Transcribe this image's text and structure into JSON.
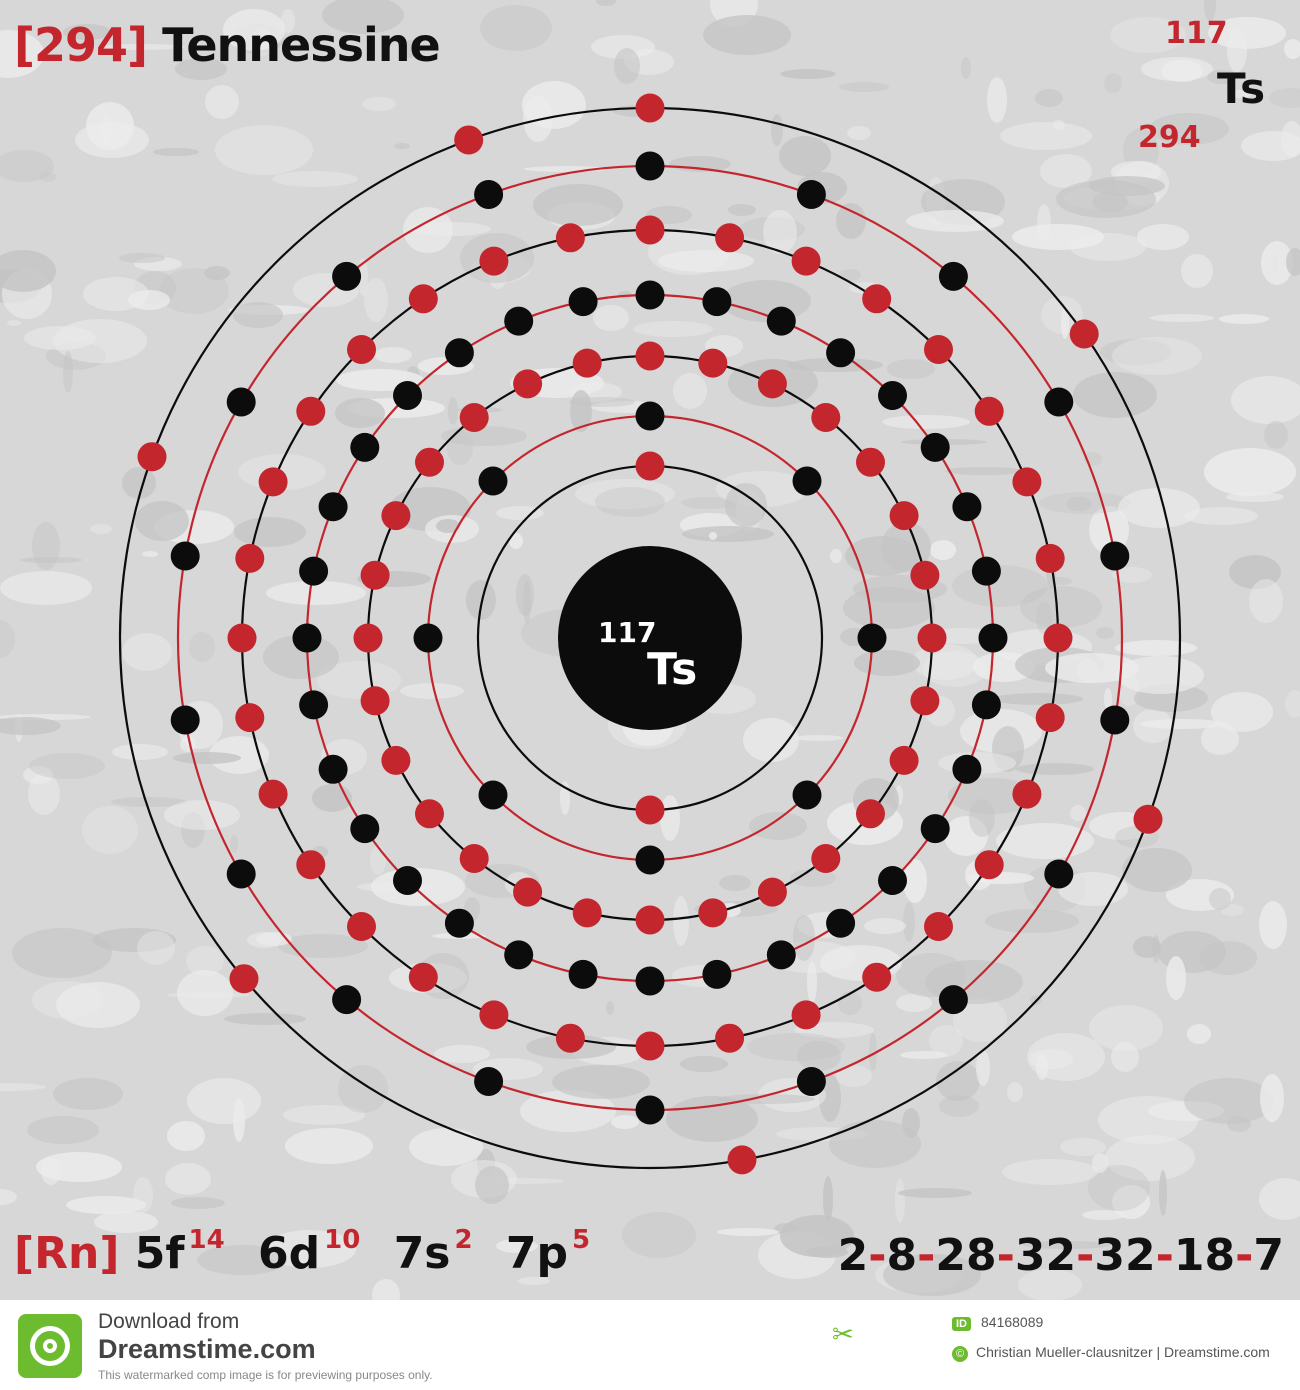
{
  "element": {
    "name": "Tennessine",
    "symbol": "Ts",
    "atomic_number": "117",
    "mass_label": "[294]",
    "mass_number": "294"
  },
  "configuration": {
    "core": "[Rn]",
    "terms": [
      {
        "orbital": "5f",
        "count": "14"
      },
      {
        "orbital": "6d",
        "count": "10"
      },
      {
        "orbital": "7s",
        "count": "2"
      },
      {
        "orbital": "7p",
        "count": "5"
      }
    ]
  },
  "shells_text": [
    "2",
    "8",
    "28",
    "32",
    "32",
    "18",
    "7"
  ],
  "diagram": {
    "shell_electrons": [
      2,
      8,
      28,
      32,
      32,
      18,
      7
    ],
    "colors": {
      "red": "#c4262e",
      "black": "#0c0c0c",
      "background": "#d7d7d7",
      "nucleus": "#0c0c0c",
      "nucleus_text": "#ffffff"
    }
  },
  "footer": {
    "download_from": "Download from",
    "site": "Dreamstime.com",
    "notice": "This watermarked comp image is for previewing purposes only.",
    "id_badge": "ID",
    "id_number": "84168089",
    "credit": "Christian Mueller-clausnitzer | Dreamstime.com",
    "copyright_symbol": "©",
    "scissor_icon": "scissor-icon",
    "logo_icon": "dreamstime-logo-icon"
  }
}
